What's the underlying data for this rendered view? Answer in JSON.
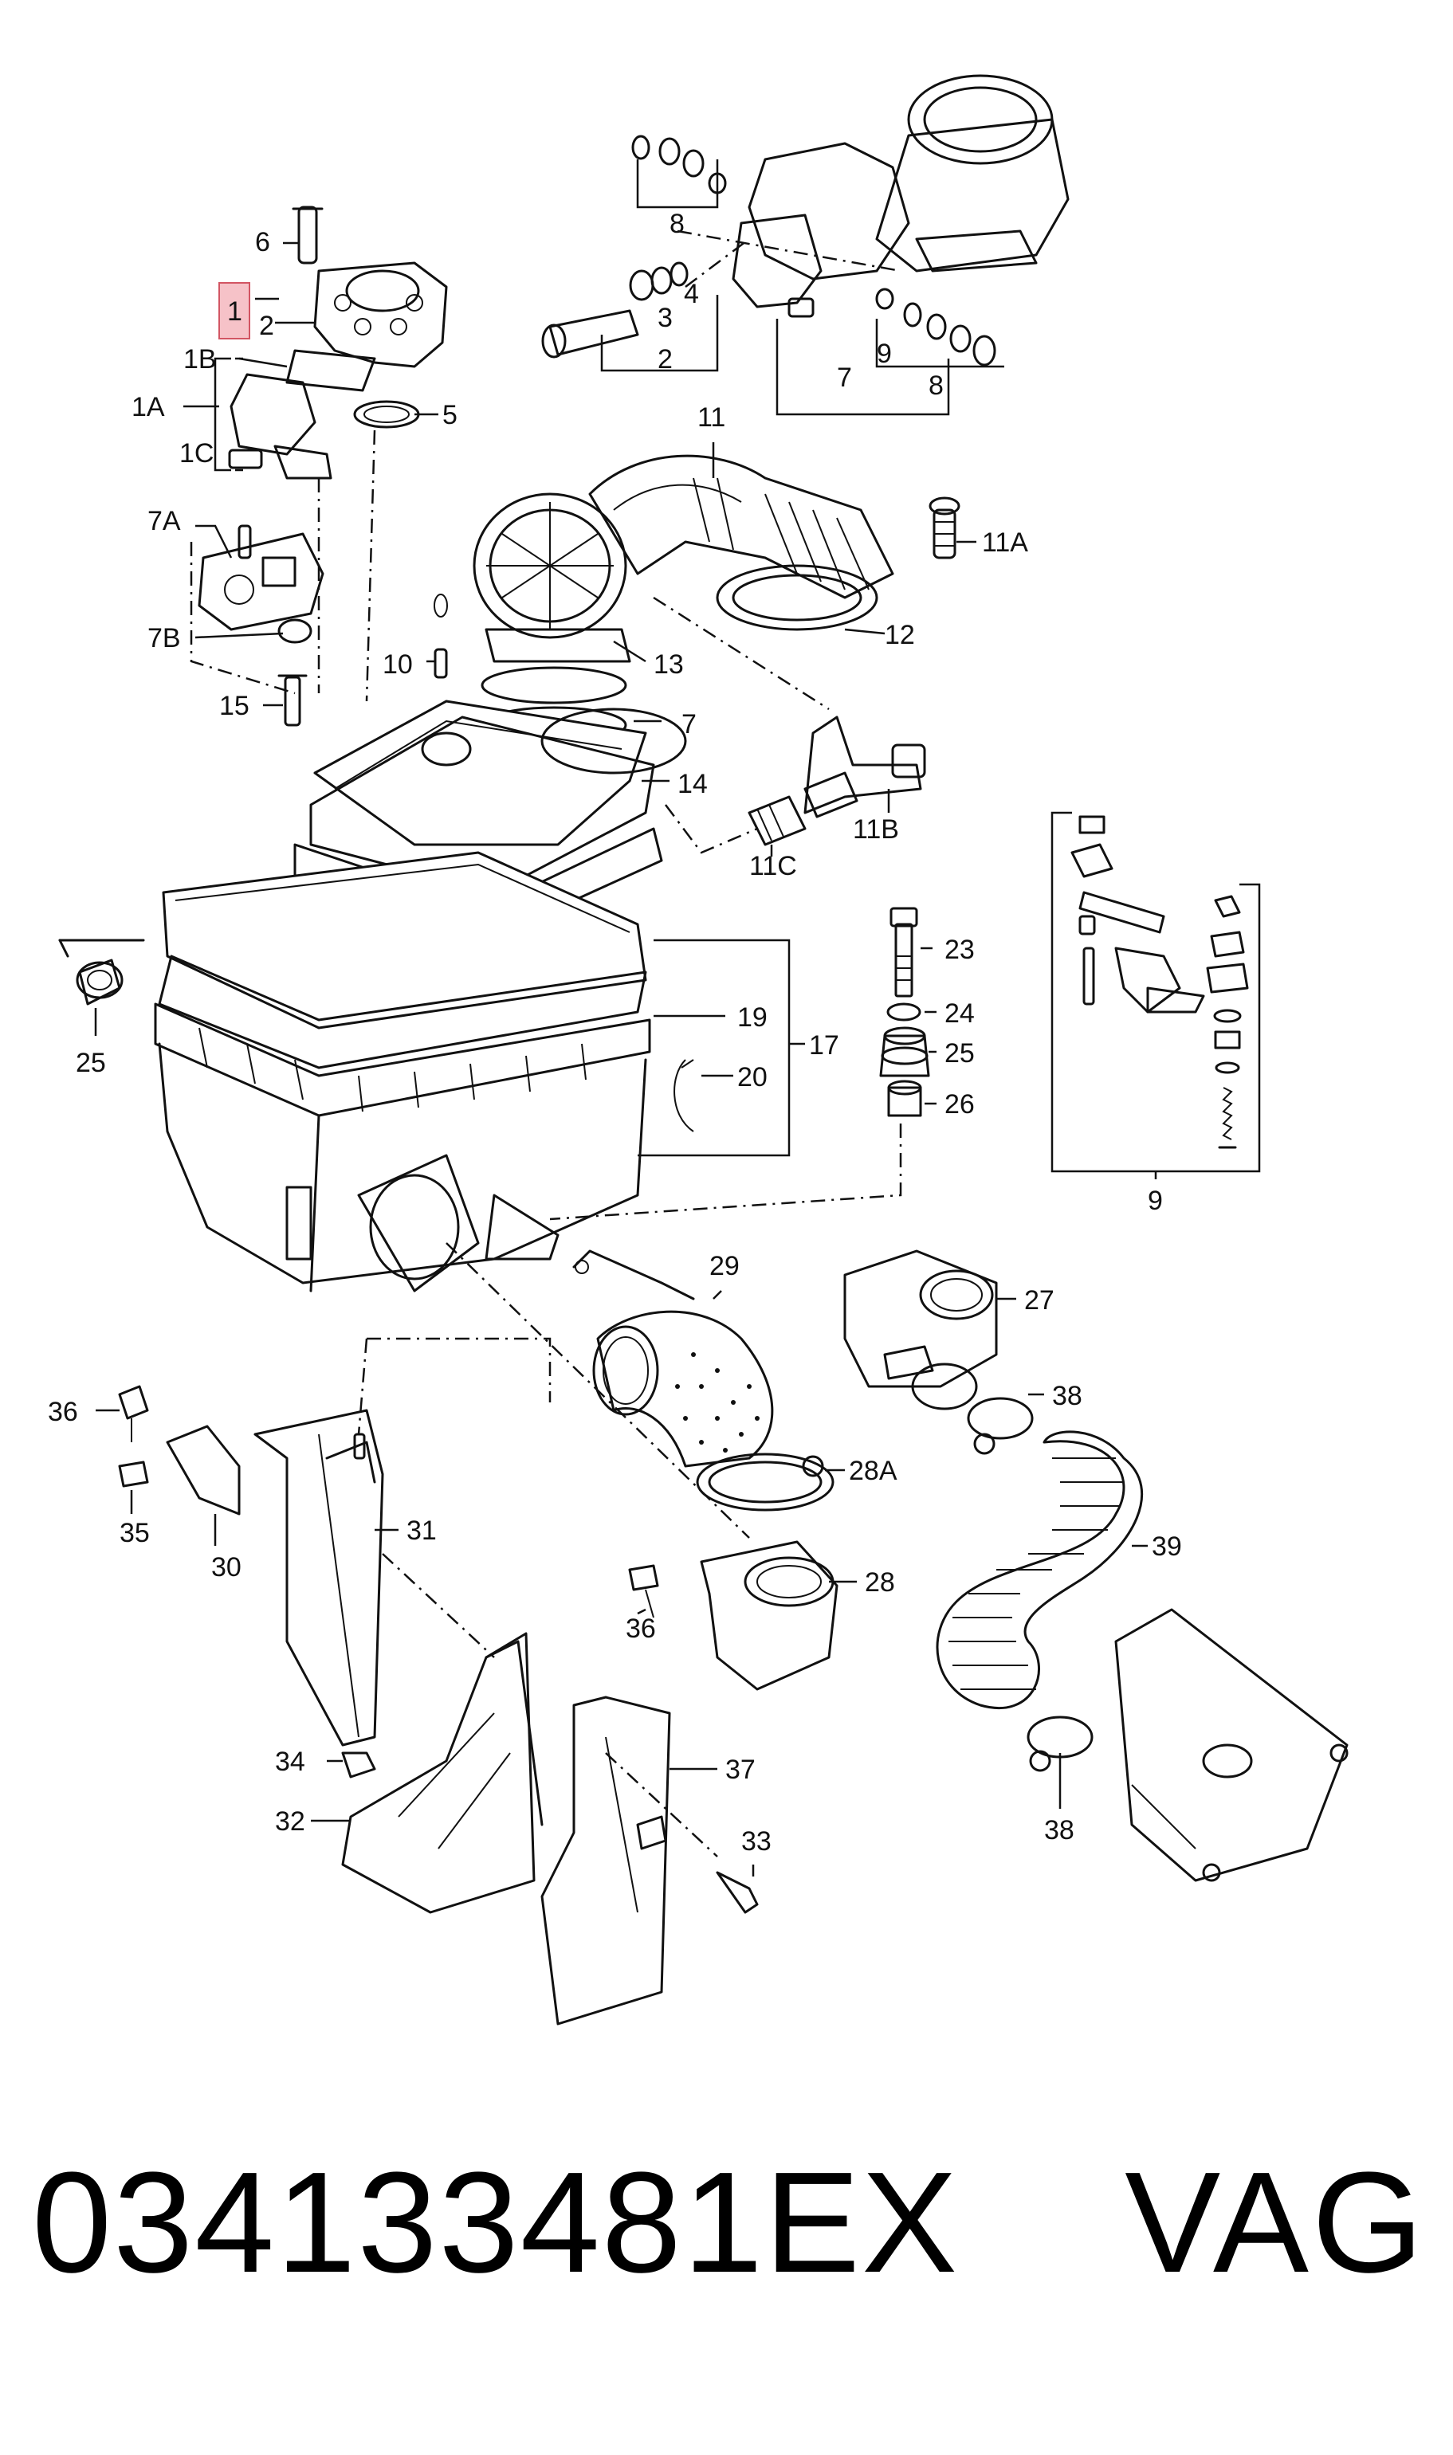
{
  "diagram": {
    "highlight_color": "#f6c2c8",
    "highlighted_callout": "1",
    "callouts": {
      "c6": "6",
      "c1": "1",
      "c2": "2",
      "c1B": "1B",
      "c1A": "1A",
      "c1C": "1C",
      "c5": "5",
      "c8a": "8",
      "c3": "3",
      "c4": "4",
      "c2b": "2",
      "c7a": "7",
      "c9a": "9",
      "c8b": "8",
      "c11": "11",
      "c11A": "11A",
      "c12": "12",
      "c7A": "7A",
      "c7B": "7B",
      "c10": "10",
      "c13": "13",
      "c7b": "7",
      "c15": "15",
      "c14": "14",
      "c11B": "11B",
      "c11C": "11C",
      "c9b": "9",
      "c25a": "25",
      "c23": "23",
      "c24": "24",
      "c25b": "25",
      "c26": "26",
      "c19": "19",
      "c17": "17",
      "c20": "20",
      "c29": "29",
      "c27": "27",
      "c38a": "38",
      "c36a": "36",
      "c35": "35",
      "c30": "30",
      "c31": "31",
      "c28A": "28A",
      "c39": "39",
      "c28": "28",
      "c36b": "36",
      "c34": "34",
      "c37": "37",
      "c32": "32",
      "c33": "33",
      "c38b": "38"
    }
  },
  "footer": {
    "part_number": "034133481EX",
    "brand": "VAG"
  }
}
